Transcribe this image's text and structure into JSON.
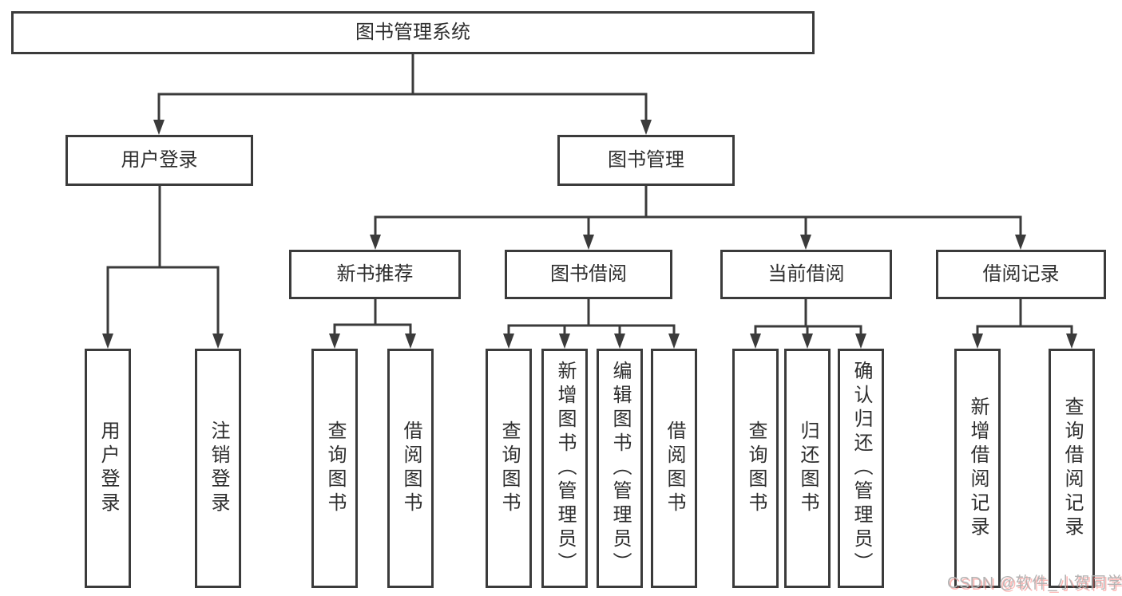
{
  "diagram": {
    "root": {
      "label": "图书管理系统"
    },
    "level2": [
      {
        "label": "用户登录"
      },
      {
        "label": "图书管理"
      }
    ],
    "level3": [
      {
        "label": "新书推荐"
      },
      {
        "label": "图书借阅"
      },
      {
        "label": "当前借阅"
      },
      {
        "label": "借阅记录"
      }
    ],
    "leaves": [
      {
        "label": "用户登录"
      },
      {
        "label": "注销登录"
      },
      {
        "label": "查询图书"
      },
      {
        "label": "借阅图书"
      },
      {
        "label": "查询图书"
      },
      {
        "label": "新增图书（管理员）"
      },
      {
        "label": "编辑图书（管理员）"
      },
      {
        "label": "借阅图书"
      },
      {
        "label": "查询图书"
      },
      {
        "label": "归还图书"
      },
      {
        "label": "确认归还（管理员）"
      },
      {
        "label": "新增借阅记录"
      },
      {
        "label": "查询借阅记录"
      }
    ]
  },
  "watermark": {
    "text": "CSDN @软件_小贺同学"
  },
  "colors": {
    "line": "#3b3b3b",
    "text": "#2e2e2e",
    "background": "#ffffff",
    "watermark_gray": "#b3b3b3",
    "watermark_red": "#fa645f"
  }
}
